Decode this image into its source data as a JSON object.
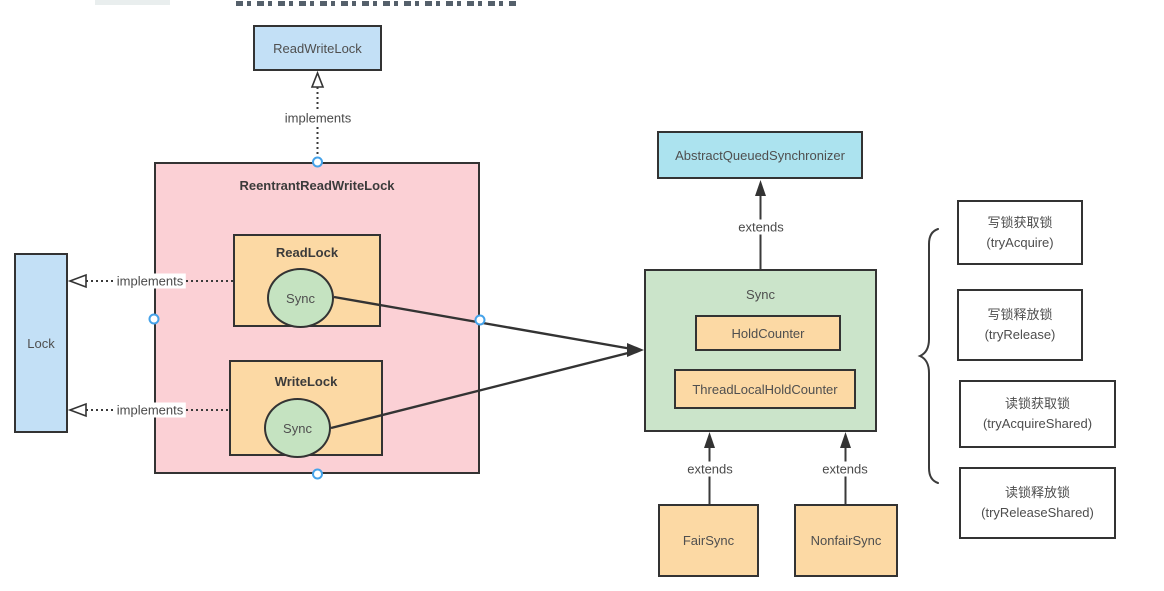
{
  "nodes": {
    "readWriteLock": {
      "label": "ReadWriteLock"
    },
    "lock": {
      "label": "Lock"
    },
    "reentrantReadWriteLock": {
      "label": "ReentrantReadWriteLock"
    },
    "readLock": {
      "label": "ReadLock"
    },
    "readLockSync": {
      "label": "Sync"
    },
    "writeLock": {
      "label": "WriteLock"
    },
    "writeLockSync": {
      "label": "Sync"
    },
    "abstractQueuedSynchronizer": {
      "label": "AbstractQueuedSynchronizer"
    },
    "sync": {
      "label": "Sync"
    },
    "holdCounter": {
      "label": "HoldCounter"
    },
    "threadLocalHoldCounter": {
      "label": "ThreadLocalHoldCounter"
    },
    "fairSync": {
      "label": "FairSync"
    },
    "nonfairSync": {
      "label": "NonfairSync"
    }
  },
  "edges": {
    "implementsReadWriteLock": {
      "label": "implements"
    },
    "implementsLockReadLock": {
      "label": "implements"
    },
    "implementsLockWriteLock": {
      "label": "implements"
    },
    "extendsAqs": {
      "label": "extends"
    },
    "extendsFairSync": {
      "label": "extends"
    },
    "extendsNonfairSync": {
      "label": "extends"
    }
  },
  "annotations": [
    {
      "line1": "写锁获取锁",
      "line2": "(tryAcquire)"
    },
    {
      "line1": "写锁释放锁",
      "line2": "(tryRelease)"
    },
    {
      "line1": "读锁获取锁",
      "line2": "(tryAcquireShared)"
    },
    {
      "line1": "读锁释放锁",
      "line2": "(tryReleaseShared)"
    }
  ],
  "colors": {
    "blue_node": "#c3e0f6",
    "cyan_node": "#ace3ef",
    "pink_node": "#fbd0d5",
    "orange_node": "#fcd9a4",
    "green_node": "#cbe4ca",
    "ellipse_green": "#c5e3c1",
    "border": "#333333",
    "line": "#3a3a3a",
    "text": "#4f4f4f",
    "selection_handle": "#45a2e9"
  }
}
